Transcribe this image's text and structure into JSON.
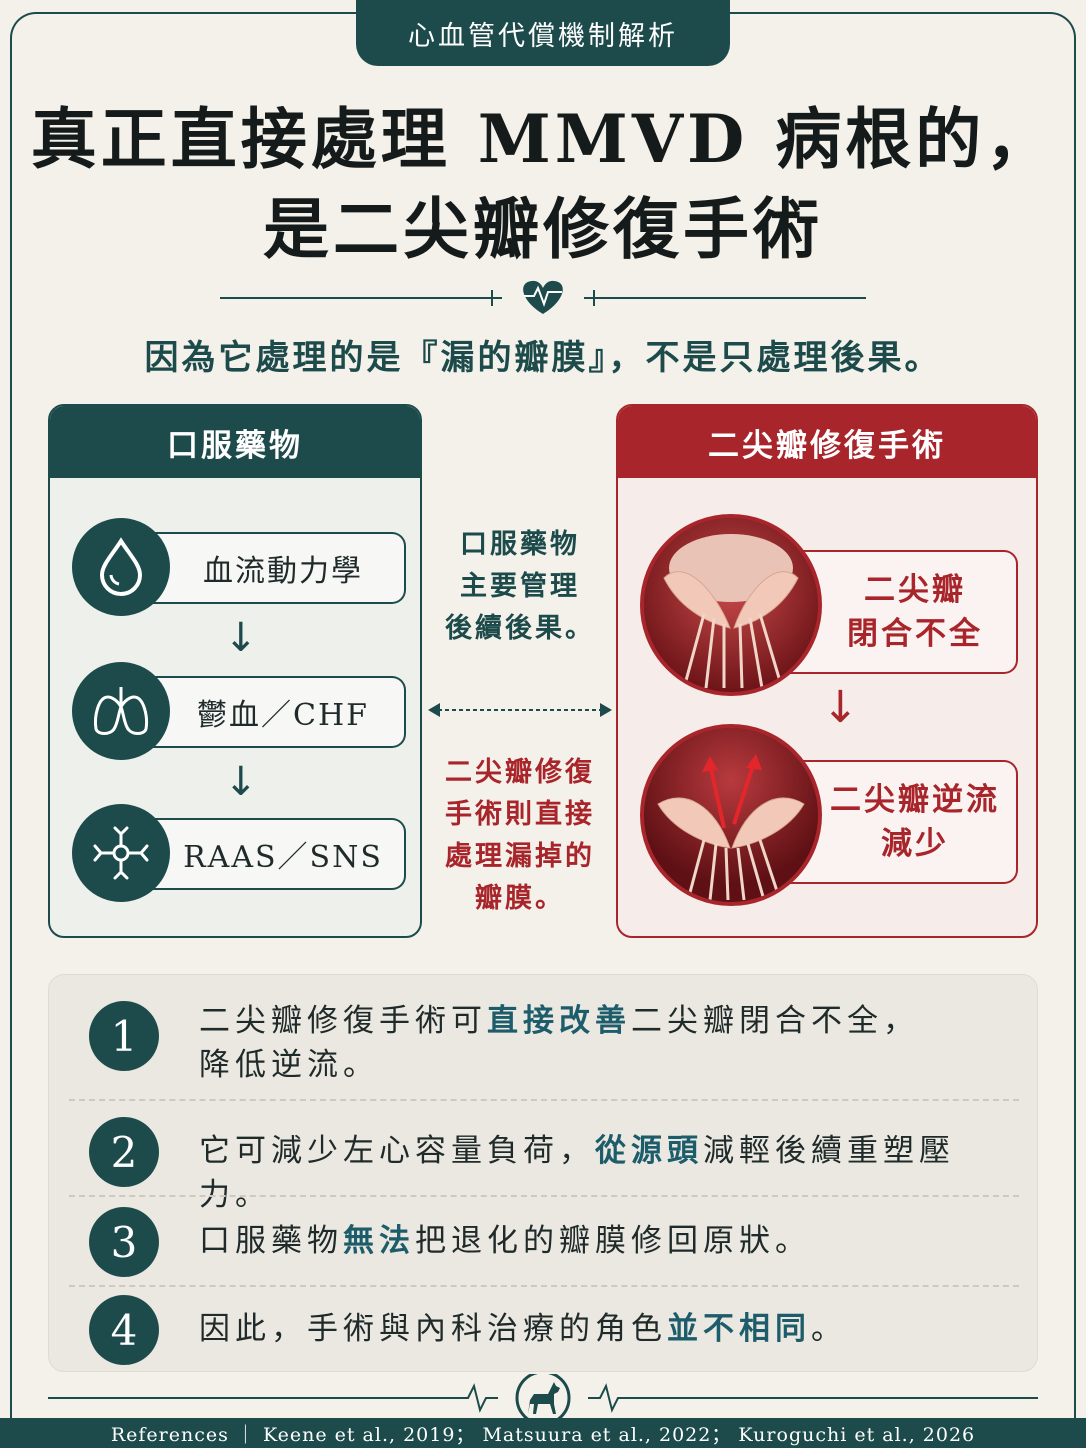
{
  "badge": "心血管代償機制解析",
  "title": {
    "line1": "真正直接處理 MMVD 病根的，",
    "line2": "是二尖瓣修復手術"
  },
  "subtitle": "因為它處理的是『漏的瓣膜』，不是只處理後果。",
  "left_panel": {
    "header": "口服藥物",
    "items": [
      {
        "label": "血流動力學",
        "icon": "water-drop-icon"
      },
      {
        "label": "鬱血／CHF",
        "icon": "lungs-icon"
      },
      {
        "label": "RAAS／SNS",
        "icon": "nerve-icon"
      }
    ],
    "arrow": "↓"
  },
  "center": {
    "top": [
      "口服藥物",
      "主要管理",
      "後續後果。"
    ],
    "bottom": [
      "二尖瓣修復",
      "手術則直接",
      "處理漏掉的",
      "瓣膜。"
    ]
  },
  "right_panel": {
    "header": "二尖瓣修復手術",
    "items": [
      {
        "lines": [
          "二尖瓣",
          "閉合不全"
        ],
        "icon": "valve-open-icon"
      },
      {
        "lines": [
          "二尖瓣逆流",
          "減少"
        ],
        "icon": "valve-repaired-icon"
      }
    ],
    "arrow": "↓"
  },
  "points": [
    {
      "num": "1",
      "parts": [
        [
          "二尖瓣修復手術可",
          false
        ],
        [
          "直接改善",
          true
        ],
        [
          "二尖瓣閉合不全，",
          false
        ]
      ],
      "line2": "降低逆流。"
    },
    {
      "num": "2",
      "parts": [
        [
          "它可減少左心容量負荷，",
          false
        ],
        [
          "從源頭",
          true
        ],
        [
          "減輕後續重塑壓力。",
          false
        ]
      ],
      "line2": ""
    },
    {
      "num": "3",
      "parts": [
        [
          "口服藥物",
          false
        ],
        [
          "無法",
          true
        ],
        [
          "把退化的瓣膜修回原狀。",
          false
        ]
      ],
      "line2": ""
    },
    {
      "num": "4",
      "parts": [
        [
          "因此，手術與內科治療的角色",
          false
        ],
        [
          "並不相同",
          true
        ],
        [
          "。",
          false
        ]
      ],
      "line2": ""
    }
  ],
  "colors": {
    "teal": "#1d4b4b",
    "red": "#a8262b",
    "background": "#f4f1ea"
  },
  "references": "References ｜ Keene et al., 2019； Matsuura et al., 2022； Kuroguchi et al., 2026"
}
